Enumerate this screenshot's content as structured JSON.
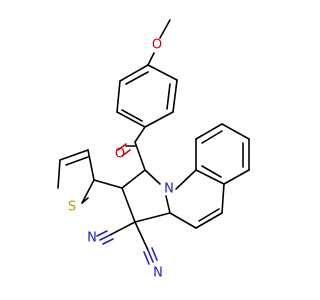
{
  "molecule": {
    "atoms": {
      "methoxy_o": {
        "label": "O",
        "color": "#d40000"
      },
      "carbonyl_o": {
        "label": "O",
        "color": "#d40000"
      },
      "ring_n": {
        "label": "N",
        "color": "#2020d0"
      },
      "thiophene_s": {
        "label": "S",
        "color": "#b8a000"
      },
      "nitrile_n_1": {
        "label": "N",
        "color": "#2020d0"
      },
      "nitrile_n_2": {
        "label": "N",
        "color": "#2020d0"
      }
    },
    "bond_color": "#000000"
  }
}
